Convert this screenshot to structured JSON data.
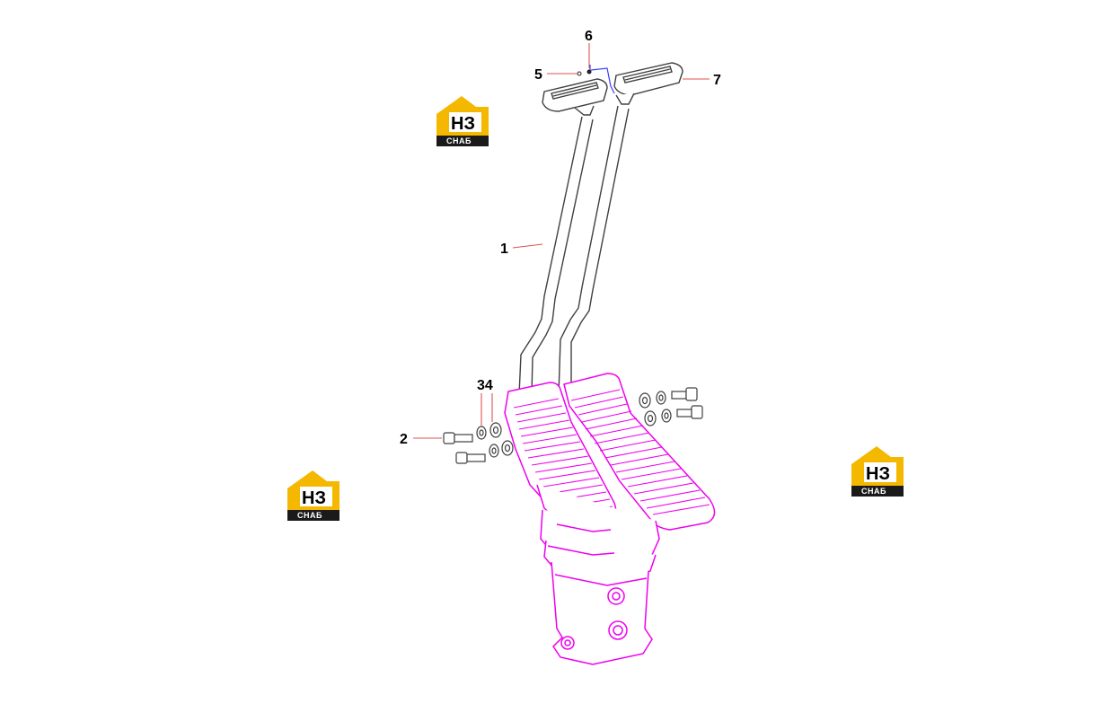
{
  "diagram": {
    "callouts": [
      {
        "id": "1",
        "label": "1"
      },
      {
        "id": "2",
        "label": "2"
      },
      {
        "id": "34",
        "label": "34"
      },
      {
        "id": "5",
        "label": "5"
      },
      {
        "id": "6",
        "label": "6"
      },
      {
        "id": "7",
        "label": "7"
      }
    ]
  },
  "watermark": {
    "brand_top": "НЗ",
    "brand_bottom": "СНАБ",
    "brand_color": "#f5b800",
    "outline_color": "#1a1a1a"
  },
  "colors": {
    "part_highlight": "#ee00ee",
    "line_art": "#404040",
    "leader_line": "#e05050",
    "bracket": "#3b3bff"
  }
}
